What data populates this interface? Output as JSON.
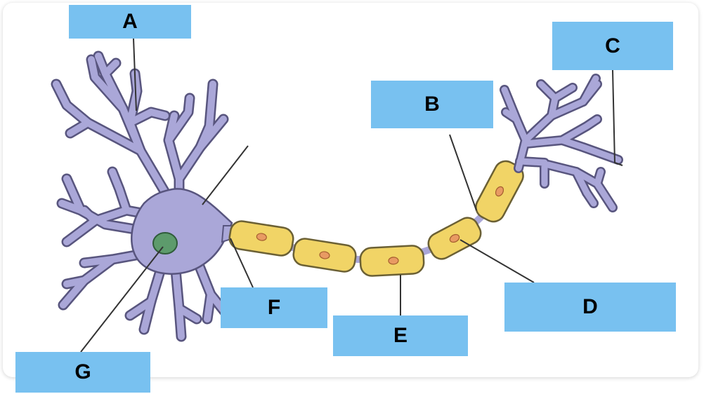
{
  "colors": {
    "label_box": "#78c1f0",
    "neuron_body": "#aaa7d8",
    "neuron_outline": "#58557e",
    "myelin": "#f1d466",
    "myelin_outline": "#6b6034",
    "myelin_nucleus": "#e89a63",
    "soma_nucleus": "#5d9b6c",
    "leader_line": "#333333"
  },
  "labels": {
    "a": "A",
    "b": "B",
    "c": "C",
    "d": "D",
    "e": "E",
    "f": "F",
    "g": "G"
  }
}
